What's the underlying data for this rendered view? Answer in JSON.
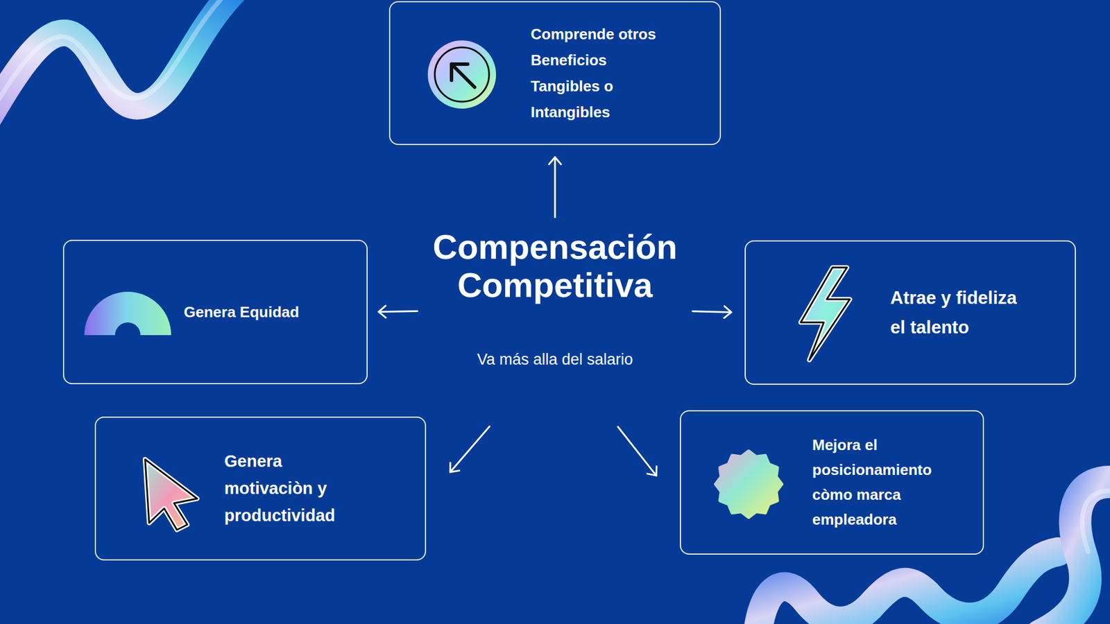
{
  "diagram": {
    "nodes": [
      {
        "text": [
          "Comprende otros Beneficios Tangibles o Intangibles"
        ]
      },
      {
        "text": [
          "Genera Equidad"
        ]
      },
      {
        "text": [
          "Compensación Competitiva",
          "Va más alla del salario"
        ]
      },
      {
        "text": [
          "Atrae y fideliza el talento"
        ]
      },
      {
        "text": [
          "Genera motivaciòn y productividad"
        ]
      },
      {
        "text": [
          "Mejora el posicionamiento còmo marca empleadora"
        ]
      }
    ],
    "edges": [
      {
        "from": 2,
        "to": 0,
        "arrow": "to"
      },
      {
        "from": 2,
        "to": 1,
        "arrow": "to"
      },
      {
        "from": 2,
        "to": 3,
        "arrow": "to"
      },
      {
        "from": 2,
        "to": 4,
        "arrow": "to"
      },
      {
        "from": 2,
        "to": 5,
        "arrow": "to"
      }
    ]
  }
}
